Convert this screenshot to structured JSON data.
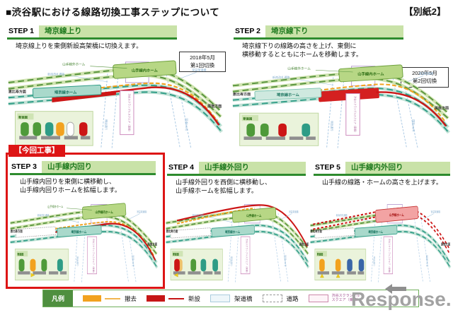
{
  "page": {
    "title": "■渋谷駅における線路切換工事ステップについて",
    "attachment_label": "【別紙2】",
    "watermark": "Response."
  },
  "steps": [
    {
      "label": "STEP 1",
      "title": "埼京線上り",
      "description": "埼京線上りを東側新設高架橋に切換えます。",
      "date_note": "2018年5月\n第1回切換"
    },
    {
      "label": "STEP 2",
      "title": "埼京線下り",
      "description": "埼京線下りの線路の高さを上げ、東側に\n横移動するとともにホームを移動します。",
      "date_note": "2020年5月\n第2回切換"
    },
    {
      "label": "STEP 3",
      "title": "山手線内回り",
      "description": "山手線内回りを東側に横移動し、\n山手線内回りホームを拡幅します。",
      "badge": "【今回工事】"
    },
    {
      "label": "STEP 4",
      "title": "山手線外回り",
      "description": "山手線外回りを西側に横移動し、\n山手線ホームを拡幅します。"
    },
    {
      "label": "STEP 5",
      "title": "山手線内外回り",
      "description": "山手線の線路・ホームの高さを上げます。"
    }
  ],
  "diagram_labels": {
    "direction_left": "恵比寿方面",
    "direction_right": "原宿方面",
    "yamanote_outer_platform": "山手線外ホーム",
    "shinminami_passage": "新南改札通路",
    "miyamasu_overpass": "宮益架道橋",
    "yamanote_inner_platform": "山手線内ホーム",
    "yamanote_platform": "山手線ホーム",
    "saikyo_platform": "埼京線ホーム",
    "scramble_square": "渋谷スクランブルスクエア（東棟）",
    "meiji_street": "明治通り",
    "route_246": "国道246号",
    "cross_section": "断面図"
  },
  "legend": {
    "title": "凡例",
    "items": [
      {
        "label": "撤去"
      },
      {
        "label": "新設"
      },
      {
        "label": "架道橋"
      },
      {
        "label": "道路"
      },
      {
        "label": "渋谷スクランブル\nスクエア（東棟）"
      }
    ]
  },
  "colors": {
    "header_band_green": "#c9e2a8",
    "header_underline_green": "#2e8b2e",
    "header_title_green": "#1e7a1e",
    "highlight_red": "#dd1515",
    "track_green": "#55923c",
    "track_teal": "#2e9c86",
    "removal_orange": "#f2a21f",
    "new_red": "#cc1616"
  }
}
